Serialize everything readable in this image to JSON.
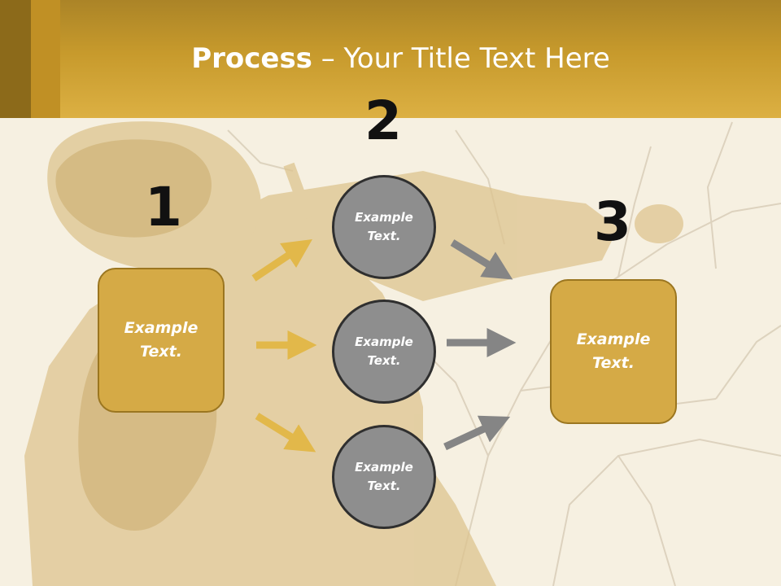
{
  "slide": {
    "title_bold": "Process",
    "title_rest": " – Your Title Text Here",
    "steps": [
      "1",
      "2",
      "3"
    ],
    "left_box": {
      "line1": "Example",
      "line2": "Text."
    },
    "right_box": {
      "line1": "Example",
      "line2": "Text."
    },
    "circles": [
      {
        "line1": "Example",
        "line2": "Text."
      },
      {
        "line1": "Example",
        "line2": "Text."
      },
      {
        "line1": "Example",
        "line2": "Text."
      }
    ]
  },
  "colors": {
    "gold": "#d5aa46",
    "gold_arrow": "#e2b84a",
    "gray_circle": "#8e8e8e",
    "gray_arrow": "#858585",
    "header": "#c79a2c"
  }
}
